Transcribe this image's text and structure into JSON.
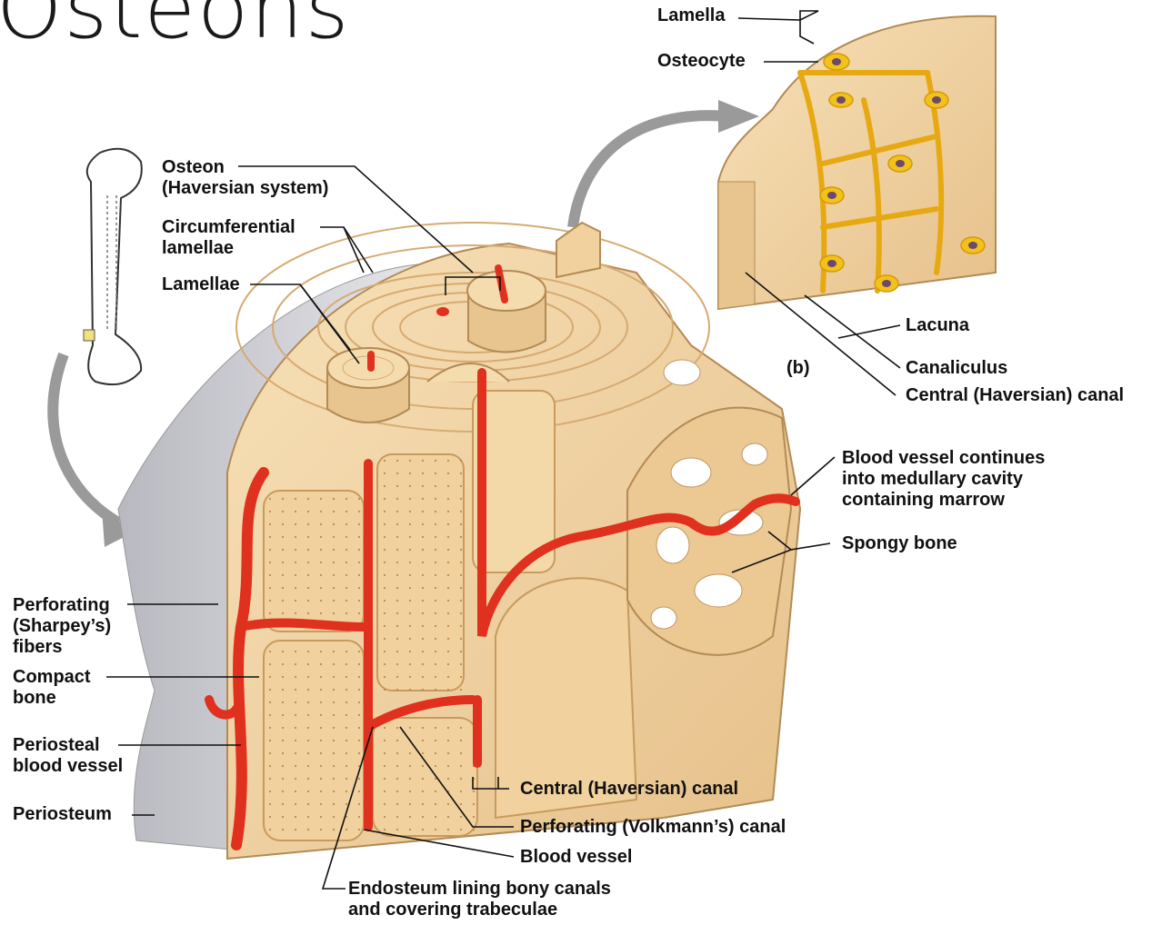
{
  "title": "Osteons",
  "panel_letter": "(b)",
  "labels": {
    "lamella": "Lamella",
    "osteocyte": "Osteocyte",
    "osteon": [
      "Osteon",
      "(Haversian system)"
    ],
    "circumferential": [
      "Circumferential",
      "lamellae"
    ],
    "lamellae": "Lamellae",
    "lacuna": "Lacuna",
    "canaliculus": "Canaliculus",
    "central_canal_b": "Central (Haversian) canal",
    "blood_vessel_continues": [
      "Blood vessel continues",
      "into medullary cavity",
      "containing marrow"
    ],
    "spongy_bone": "Spongy bone",
    "perforating_fibers": [
      "Perforating",
      "(Sharpey’s)",
      "fibers"
    ],
    "compact_bone": [
      "Compact",
      "bone"
    ],
    "periosteal_vessel": [
      "Periosteal",
      "blood vessel"
    ],
    "periosteum": "Periosteum",
    "central_canal": "Central (Haversian) canal",
    "perforating_canal": "Perforating (Volkmann’s) canal",
    "blood_vessel": "Blood vessel",
    "endosteum": [
      "Endosteum lining bony canals",
      "and covering trabeculae"
    ]
  },
  "colors": {
    "bone": "#f3d7a6",
    "bone_dark": "#dcb27a",
    "vessel": "#e0301e",
    "osteocyte": "#f2c21a",
    "periosteum": "#c9c9cf",
    "label_line": "#111111"
  }
}
